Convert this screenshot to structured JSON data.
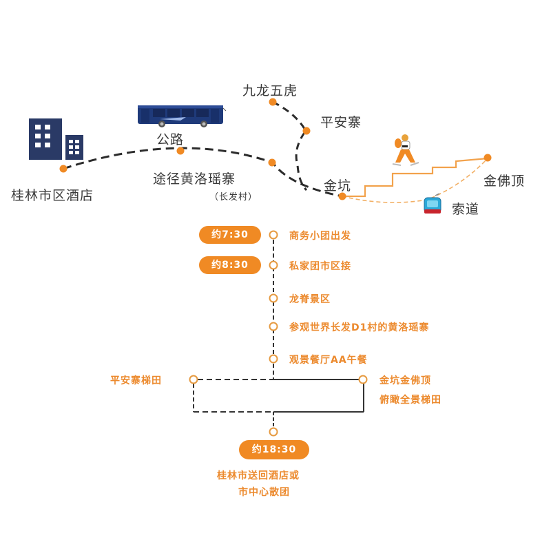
{
  "route_map": {
    "places": {
      "hotel": "桂林市区酒店",
      "road": "公路",
      "via": "途径黄洛瑶寨",
      "via_sub": "（长发村）",
      "jiulong": "九龙五虎",
      "pingan": "平安寨",
      "jinkeng": "金坑",
      "jinfoding": "金佛顶",
      "cableway": "索道"
    },
    "icons": [
      "buildings-icon",
      "bus-icon",
      "hiker-icon",
      "cable-car-icon"
    ]
  },
  "timeline": {
    "steps": [
      {
        "time": "约7:30",
        "text": "商务小团出发"
      },
      {
        "time": "约8:30",
        "text": "私家团市区接"
      },
      {
        "time": "",
        "text": "龙脊景区"
      },
      {
        "time": "",
        "text": "参观世界长发D1村的黄洛瑶寨"
      },
      {
        "time": "",
        "text": "观景餐厅AA午餐"
      }
    ],
    "branch_left": "平安寨梯田",
    "branch_right_line1": "金坑金佛顶",
    "branch_right_line2": "俯瞰全景梯田",
    "end_time": "约18:30",
    "end_text_line1": "桂林市送回酒店或",
    "end_text_line2": "市中心散团"
  },
  "colors": {
    "accent": "#f08a24",
    "text_orange": "#ec8a2e",
    "navy": "#2a3a66",
    "dark_text": "#3a3a3a",
    "line": "#333333"
  }
}
